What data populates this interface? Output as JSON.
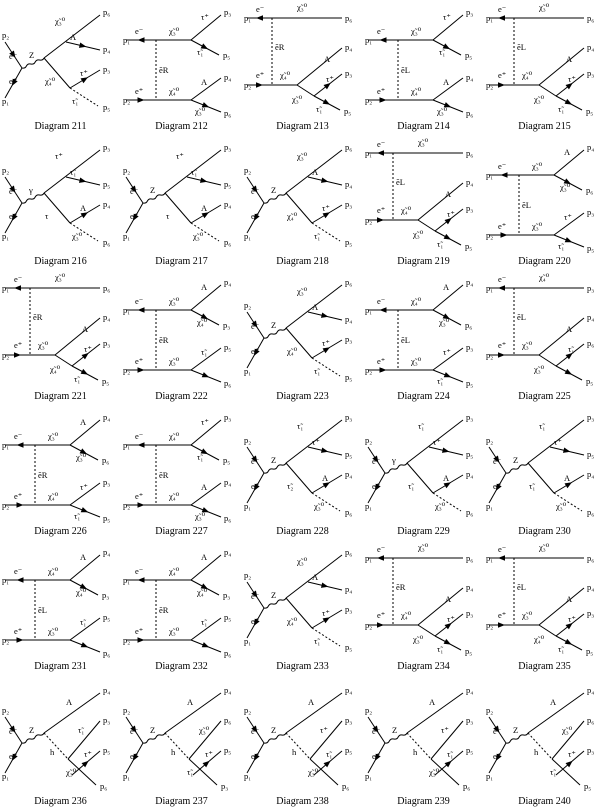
{
  "diagrams": [
    {
      "caption": "Diagram 211",
      "type": "s",
      "bos": "Z",
      "u": "χ̃₃⁰",
      "ua": "p₆",
      "d1": "A",
      "d1a": "p₄",
      "d2": "χ̃₄⁰",
      "d3": "τ⁺",
      "d3a": "p₃",
      "d4": "τ̃₁",
      "d4a": "p₅"
    },
    {
      "caption": "Diagram 212",
      "type": "t",
      "e1": "e⁻",
      "e2": "e⁺",
      "prop": "ẽR",
      "t1": "χ̃₃⁰",
      "t1r": "τ⁺",
      "t1ra": "p₃",
      "t1s": "τ̃₁",
      "t1sa": "p₅",
      "b1": "χ̃₄⁰",
      "b1r": "A",
      "b1ra": "p₄",
      "b1s": "χ̃₃⁰",
      "b1sa": "p₆"
    },
    {
      "caption": "Diagram 213",
      "type": "t2",
      "e1": "e⁻",
      "e2": "e⁺",
      "prop": "ẽR",
      "top": "χ̃₃⁰",
      "topa": "p₆",
      "b1": "χ̃₄⁰",
      "b1r": "A",
      "b1ra": "p₄",
      "b2": "χ̃₃⁰",
      "b2r": "τ⁺",
      "b2ra": "p₃",
      "b2s": "τ̃₁",
      "b2sa": "p₅"
    },
    {
      "caption": "Diagram 214",
      "type": "t",
      "e1": "e⁻",
      "e2": "e⁺",
      "prop": "ẽL",
      "t1": "χ̃₃⁰",
      "t1r": "τ⁺",
      "t1ra": "p₃",
      "t1s": "τ̃₁",
      "t1sa": "p₅",
      "b1": "χ̃₄⁰",
      "b1r": "A",
      "b1ra": "p₄",
      "b1s": "χ̃₃⁰",
      "b1sa": "p₆"
    },
    {
      "caption": "Diagram 215",
      "type": "t2",
      "e1": "e⁻",
      "e2": "e⁺",
      "prop": "ẽL",
      "top": "χ̃₃⁰",
      "topa": "p₆",
      "b1": "χ̃₄⁰",
      "b1r": "A",
      "b1ra": "p₄",
      "b2": "χ̃₃⁰",
      "b2r": "τ⁺",
      "b2ra": "p₃",
      "b2s": "τ̃₁",
      "b2sa": "p₅"
    },
    {
      "caption": "Diagram 216",
      "type": "s",
      "bos": "γ",
      "u": "τ⁺",
      "ua": "p₃",
      "d1": "τ̃₁",
      "d1a": "p₅",
      "d2": "τ",
      "d3": "A",
      "d3a": "p₄",
      "d4": "χ̃₃⁰",
      "d4a": "p₆"
    },
    {
      "caption": "Diagram 217",
      "type": "s",
      "bos": "Z",
      "u": "τ⁺",
      "ua": "p₃",
      "d1": "τ̃₁",
      "d1a": "p₅",
      "d2": "τ",
      "d3": "A",
      "d3a": "p₄",
      "d4": "χ̃₃⁰",
      "d4a": "p₆"
    },
    {
      "caption": "Diagram 218",
      "type": "s",
      "bos": "Z",
      "u": "χ̃₃⁰",
      "ua": "p₆",
      "d1": "A",
      "d1a": "p₄",
      "d2": "χ̃₄⁰",
      "d3": "τ⁺",
      "d3a": "p₃",
      "d4": "τ̃₁",
      "d4a": "p₅"
    },
    {
      "caption": "Diagram 219",
      "type": "t2",
      "e1": "e⁻",
      "e2": "e⁺",
      "prop": "ẽL",
      "top": "χ̃₃⁰",
      "topa": "p₆",
      "b1": "χ̃₄⁰",
      "b1r": "A",
      "b1ra": "p₄",
      "b2": "χ̃₃⁰",
      "b2r": "τ⁺",
      "b2ra": "p₃",
      "b2s": "τ̃₁",
      "b2sa": "p₅"
    },
    {
      "caption": "Diagram 220",
      "type": "t",
      "e1": "e⁻",
      "e2": "e⁺",
      "prop": "ẽL",
      "t1": "χ̃₃⁰",
      "t1r": "A",
      "t1ra": "p₄",
      "t1s": "χ̃₃⁰",
      "t1sa": "p₆",
      "b1": "χ̃₃⁰",
      "b1r": "τ⁺",
      "b1ra": "p₃",
      "b1s": "τ̃₁",
      "b1sa": "p₅"
    },
    {
      "caption": "Diagram 221",
      "type": "t2",
      "e1": "e⁻",
      "e2": "e⁺",
      "prop": "ẽR",
      "top": "χ̃₃⁰",
      "topa": "p₆",
      "b1": "χ̃₃⁰",
      "b1r": "A",
      "b1ra": "p₄",
      "b2": "χ̃₄⁰",
      "b2r": "τ⁺",
      "b2ra": "p₃",
      "b2s": "τ̃₁",
      "b2sa": "p₅"
    },
    {
      "caption": "Diagram 222",
      "type": "t",
      "e1": "e⁻",
      "e2": "e⁺",
      "prop": "ẽR",
      "t1": "χ̃₃⁰",
      "t1r": "A",
      "t1ra": "p₄",
      "t1s": "χ̃₄⁰",
      "t1sa": "p₃",
      "b1": "χ̃₃⁰",
      "b1r": "τ̃₁",
      "b1ra": "p₅",
      "b1s": "",
      "b1sa": "p₆"
    },
    {
      "caption": "Diagram 223",
      "type": "s",
      "bos": "Z",
      "u": "χ̃₃⁰",
      "ua": "p₆",
      "d1": "A",
      "d1a": "p₄",
      "d2": "χ̃₄⁰",
      "d3": "τ⁺",
      "d3a": "p₃",
      "d4": "τ̃₁",
      "d4a": "p₅"
    },
    {
      "caption": "Diagram 224",
      "type": "t",
      "e1": "e⁻",
      "e2": "e⁺",
      "prop": "ẽL",
      "t1": "χ̃₄⁰",
      "t1r": "A",
      "t1ra": "p₄",
      "t1s": "χ̃₃⁰",
      "t1sa": "p₆",
      "b1": "χ̃₃⁰",
      "b1r": "τ⁺",
      "b1ra": "p₃",
      "b1s": "τ̃₁",
      "b1sa": "p₅"
    },
    {
      "caption": "Diagram 225",
      "type": "t2",
      "e1": "e⁻",
      "e2": "e⁺",
      "prop": "ẽL",
      "top": "χ̃₄⁰",
      "topa": "p₃",
      "b1": "χ̃₃⁰",
      "b1r": "A",
      "b1ra": "p₄",
      "b2": "χ̃₃⁰",
      "b2r": "τ̃₁",
      "b2ra": "p₆",
      "b2s": "",
      "b2sa": "p₅"
    },
    {
      "caption": "Diagram 226",
      "type": "t",
      "e1": "e⁻",
      "e2": "e⁺",
      "prop": "ẽR",
      "t1": "χ̃₃⁰",
      "t1r": "A",
      "t1ra": "p₄",
      "t1s": "χ̃₃⁰",
      "t1sa": "p₆",
      "b1": "χ̃₄⁰",
      "b1r": "τ⁺",
      "b1ra": "p₃",
      "b1s": "τ̃₁",
      "b1sa": "p₅"
    },
    {
      "caption": "Diagram 227",
      "type": "t",
      "e1": "e⁻",
      "e2": "e⁺",
      "prop": "ẽR",
      "t1": "χ̃₄⁰",
      "t1r": "τ⁺",
      "t1ra": "p₃",
      "t1s": "τ̃₁",
      "t1sa": "p₅",
      "b1": "χ̃₄⁰",
      "b1r": "A",
      "b1ra": "p₄",
      "b1s": "χ̃₃⁰",
      "b1sa": "p₆"
    },
    {
      "caption": "Diagram 228",
      "type": "s",
      "bos": "Z",
      "u": "τ̃₁",
      "ua": "p₃",
      "d1": "τ⁺",
      "d1a": "p₅",
      "d2": "τ̃₂",
      "d3": "A",
      "d3a": "p₄",
      "d4": "χ̃₃⁰",
      "d4a": "p₆"
    },
    {
      "caption": "Diagram 229",
      "type": "s",
      "bos": "γ",
      "u": "τ̃₁",
      "ua": "p₃",
      "d1": "τ⁺",
      "d1a": "p₅",
      "d2": "τ̃₁",
      "d3": "A",
      "d3a": "p₄",
      "d4": "χ̃₃⁰",
      "d4a": "p₆"
    },
    {
      "caption": "Diagram 230",
      "type": "s",
      "bos": "Z",
      "u": "τ̃₁",
      "ua": "p₃",
      "d1": "τ⁺",
      "d1a": "p₅",
      "d2": "τ̃₁",
      "d3": "A",
      "d3a": "p₄",
      "d4": "χ̃₃⁰",
      "d4a": "p₆"
    },
    {
      "caption": "Diagram 231",
      "type": "t",
      "e1": "e⁻",
      "e2": "e⁺",
      "prop": "ẽL",
      "t1": "χ̃₄⁰",
      "t1r": "A",
      "t1ra": "p₄",
      "t1s": "χ̃₄⁰",
      "t1sa": "p₃",
      "b1": "χ̃₃⁰",
      "b1r": "τ̃₁",
      "b1ra": "p₅",
      "b1s": "",
      "b1sa": "p₆"
    },
    {
      "caption": "Diagram 232",
      "type": "t",
      "e1": "e⁻",
      "e2": "e⁺",
      "prop": "ẽR",
      "t1": "χ̃₄⁰",
      "t1r": "A",
      "t1ra": "p₄",
      "t1s": "χ̃₄⁰",
      "t1sa": "p₃",
      "b1": "χ̃₃⁰",
      "b1r": "τ̃₁",
      "b1ra": "p₅",
      "b1s": "",
      "b1sa": "p₆"
    },
    {
      "caption": "Diagram 233",
      "type": "s",
      "bos": "Z",
      "u": "χ̃₃⁰",
      "ua": "p₆",
      "d1": "A",
      "d1a": "p₄",
      "d2": "χ̃₄⁰",
      "d3": "τ⁺",
      "d3a": "p₃",
      "d4": "τ̃₁",
      "d4a": "p₅"
    },
    {
      "caption": "Diagram 234",
      "type": "t2",
      "e1": "e⁻",
      "e2": "e⁺",
      "prop": "ẽR",
      "top": "χ̃₃⁰",
      "topa": "p₆",
      "b1": "χ̃₄⁰",
      "b1r": "A",
      "b1ra": "p₄",
      "b2": "χ̃₃⁰",
      "b2r": "τ⁺",
      "b2ra": "p₃",
      "b2s": "τ̃₁",
      "b2sa": "p₅"
    },
    {
      "caption": "Diagram 235",
      "type": "t2",
      "e1": "e⁻",
      "e2": "e⁺",
      "prop": "ẽL",
      "top": "χ̃₃⁰",
      "topa": "p₆",
      "b1": "χ̃₃⁰",
      "b1r": "A",
      "b1ra": "p₄",
      "b2": "χ̃₄⁰",
      "b2r": "τ⁺",
      "b2ra": "p₃",
      "b2s": "τ̃₁",
      "b2sa": "p₅"
    },
    {
      "caption": "Diagram 236",
      "type": "h",
      "bos": "Z",
      "u": "A",
      "ua": "p₄",
      "h": "h",
      "d1": "τ̃₁",
      "d1a": "p₃",
      "d3": "τ⁺",
      "d3a": "p₅",
      "d4": "χ̃₃⁰",
      "d4a": "p₆"
    },
    {
      "caption": "Diagram 237",
      "type": "h",
      "bos": "Z",
      "u": "A",
      "ua": "p₄",
      "h": "h",
      "d1": "χ̃₃⁰",
      "d1a": "p₆",
      "d3": "τ⁺",
      "d3a": "p₅",
      "d4": "τ̃₁",
      "d4a": "p₃"
    },
    {
      "caption": "Diagram 238",
      "type": "h",
      "bos": "Z",
      "u": "A",
      "ua": "p₄",
      "h": "h",
      "d1": "τ⁺",
      "d1a": "p₃",
      "d3": "τ̃₁",
      "d3a": "p₅",
      "d4": "χ̃₃⁰",
      "d4a": "p₆"
    },
    {
      "caption": "Diagram 239",
      "type": "h",
      "bos": "Z",
      "u": "A",
      "ua": "p₄",
      "h": "h",
      "d1": "τ⁺",
      "d1a": "p₃",
      "d3": "τ̃₁",
      "d3a": "p₅",
      "d4": "χ̃₃⁰",
      "d4a": "p₆"
    },
    {
      "caption": "Diagram 240",
      "type": "h",
      "bos": "Z",
      "u": "A",
      "ua": "p₄",
      "h": "h",
      "d1": "χ̃₃⁰",
      "d1a": "p₆",
      "d3": "τ⁺",
      "d3a": "p₃",
      "d4": "τ̃₁",
      "d4a": "p₅"
    }
  ],
  "inputs": {
    "p1": "p₁",
    "p2": "p₂",
    "em": "e⁻",
    "ep": "e⁺"
  }
}
